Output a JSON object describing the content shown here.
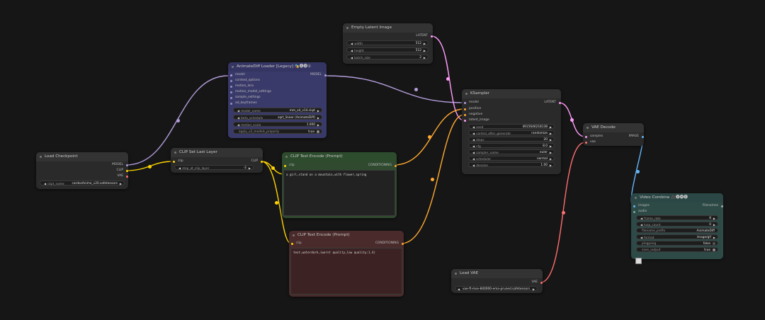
{
  "colors": {
    "background": "#161616",
    "model": "#b39ddb",
    "clip": "#ffd500",
    "vae": "#ff6e6e",
    "latent": "#ff9cf9",
    "conditioning": "#ffa931",
    "image": "#64b5f6"
  },
  "nodes": {
    "load_checkpoint": {
      "title": "Load Checkpoint",
      "outputs": [
        "MODEL",
        "CLIP",
        "VAE"
      ],
      "widget": {
        "label": "ckpt_name",
        "value": "cardosAnime_v20.safetensors"
      }
    },
    "clip_set_last_layer": {
      "title": "CLIP Set Last Layer",
      "input": "clip",
      "output": "CLIP",
      "widget": {
        "label": "stop_at_clip_layer",
        "value": "-2"
      }
    },
    "animatediff_loader": {
      "title": "AnimateDiff Loader [Legacy] 🎭🅐🅓①",
      "inputs": [
        "model",
        "context_options",
        "motion_lora",
        "motion_model_settings",
        "sample_settings",
        "ad_keyframes"
      ],
      "output": "MODEL",
      "widgets": [
        {
          "label": "model_name",
          "value": "mm_sd_v14.ckpt"
        },
        {
          "label": "beta_schedule",
          "value": "sqrt_linear (AnimateDiff)"
        },
        {
          "label": "motion_scale",
          "value": "1.000"
        },
        {
          "label": "apply_v2_models_properly",
          "value": "true"
        }
      ]
    },
    "empty_latent": {
      "title": "Empty Latent Image",
      "output": "LATENT",
      "widgets": [
        {
          "label": "width",
          "value": "512"
        },
        {
          "label": "height",
          "value": "512"
        },
        {
          "label": "batch_size",
          "value": "2"
        }
      ]
    },
    "clip_text_pos": {
      "title": "CLIP Text Encode (Prompt)",
      "input": "clip",
      "output": "CONDITIONING",
      "text": "a girl,stand on a mountain,with flower,spring"
    },
    "clip_text_neg": {
      "title": "CLIP Text Encode (Prompt)",
      "input": "clip",
      "output": "CONDITIONING",
      "text": "text,waterdark,(worst quality,low quality:1.4)"
    },
    "ksampler": {
      "title": "KSampler",
      "inputs": [
        "model",
        "positive",
        "negative",
        "latent_image"
      ],
      "output": "LATENT",
      "widgets": [
        {
          "label": "seed",
          "value": "491564621813​8"
        },
        {
          "label": "control_after_generate",
          "value": "randomize"
        },
        {
          "label": "steps",
          "value": "20"
        },
        {
          "label": "cfg",
          "value": "8.0"
        },
        {
          "label": "sampler_name",
          "value": "euler"
        },
        {
          "label": "scheduler",
          "value": "normal"
        },
        {
          "label": "denoise",
          "value": "1.00"
        }
      ]
    },
    "vae_decode": {
      "title": "VAE Decode",
      "inputs": [
        "samples",
        "vae"
      ],
      "output": "IMAGE"
    },
    "load_vae": {
      "title": "Load VAE",
      "output": "VAE",
      "widget": {
        "value": "vae-ft-mse-840000-ema-pruned.safetensors"
      }
    },
    "video_combine": {
      "title": "Video Combine 🎥🅥🅗🅢",
      "inputs": [
        "images",
        "audio"
      ],
      "output": "Filenames",
      "widgets": [
        {
          "label": "frame_rate",
          "value": "8"
        },
        {
          "label": "loop_count",
          "value": "0"
        },
        {
          "label": "filename_prefix",
          "value": "AnimateDiff"
        },
        {
          "label": "format",
          "value": "image/gif"
        },
        {
          "label": "pingpong",
          "value": "false"
        },
        {
          "label": "save_output",
          "value": "true"
        }
      ]
    }
  }
}
